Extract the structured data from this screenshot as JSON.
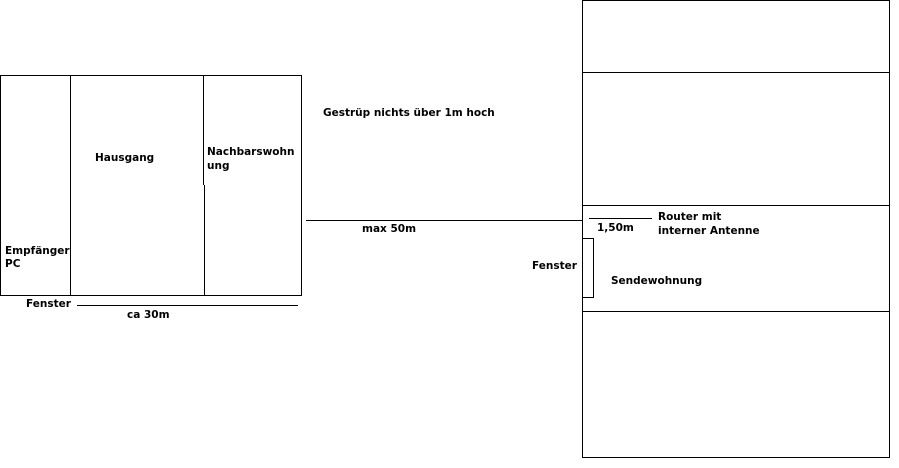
{
  "diagram": {
    "line_color": "#000000",
    "background": "#ffffff",
    "labels": {
      "hausgang": "Hausgang",
      "nachbar_line1": "Nachbarswohn",
      "nachbar_line2": "ung",
      "empfaenger_line1": "Empfänger",
      "empfaenger_line2": "PC",
      "fenster_left": "Fenster",
      "ca30m": "ca 30m",
      "gestruepp": "Gestrüp nichts über 1m hoch",
      "max50m": "max 50m",
      "m150": "1,50m",
      "router_line1": "Router mit",
      "router_line2": "interner Antenne",
      "fenster_right": "Fenster",
      "sendewohnung": "Sendewohnung"
    }
  }
}
